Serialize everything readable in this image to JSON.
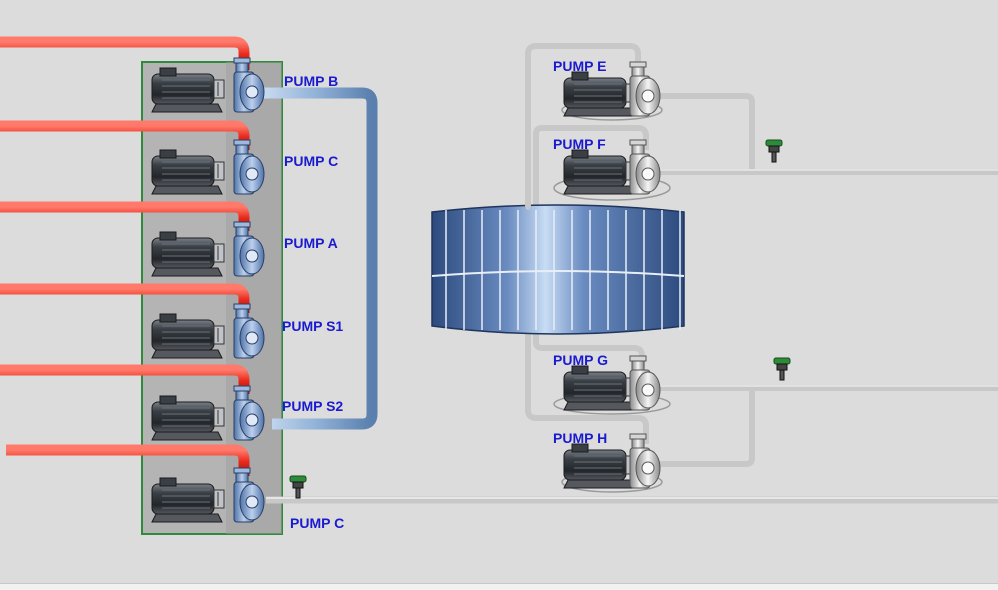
{
  "colors": {
    "background": "#dcdcdc",
    "suction_pipe": "#e8291c",
    "discharge_pipe": "#8fb0d6",
    "grey_pipe": "#c8c8c8",
    "label": "#1a1ad0",
    "skid_border": "#2e8b3a",
    "tank": "#4a6fa5"
  },
  "skid_pumps": [
    {
      "label": "PUMP B"
    },
    {
      "label": "PUMP C"
    },
    {
      "label": "PUMP A"
    },
    {
      "label": "PUMP S1"
    },
    {
      "label": "PUMP S2"
    },
    {
      "label": "PUMP C"
    }
  ],
  "right_pumps": [
    {
      "label": "PUMP E"
    },
    {
      "label": "PUMP F"
    },
    {
      "label": "PUMP G"
    },
    {
      "label": "PUMP H"
    }
  ],
  "icons": [
    "motor-icon",
    "centrifugal-pump-icon",
    "pressure-transmitter-icon",
    "tank-icon"
  ]
}
